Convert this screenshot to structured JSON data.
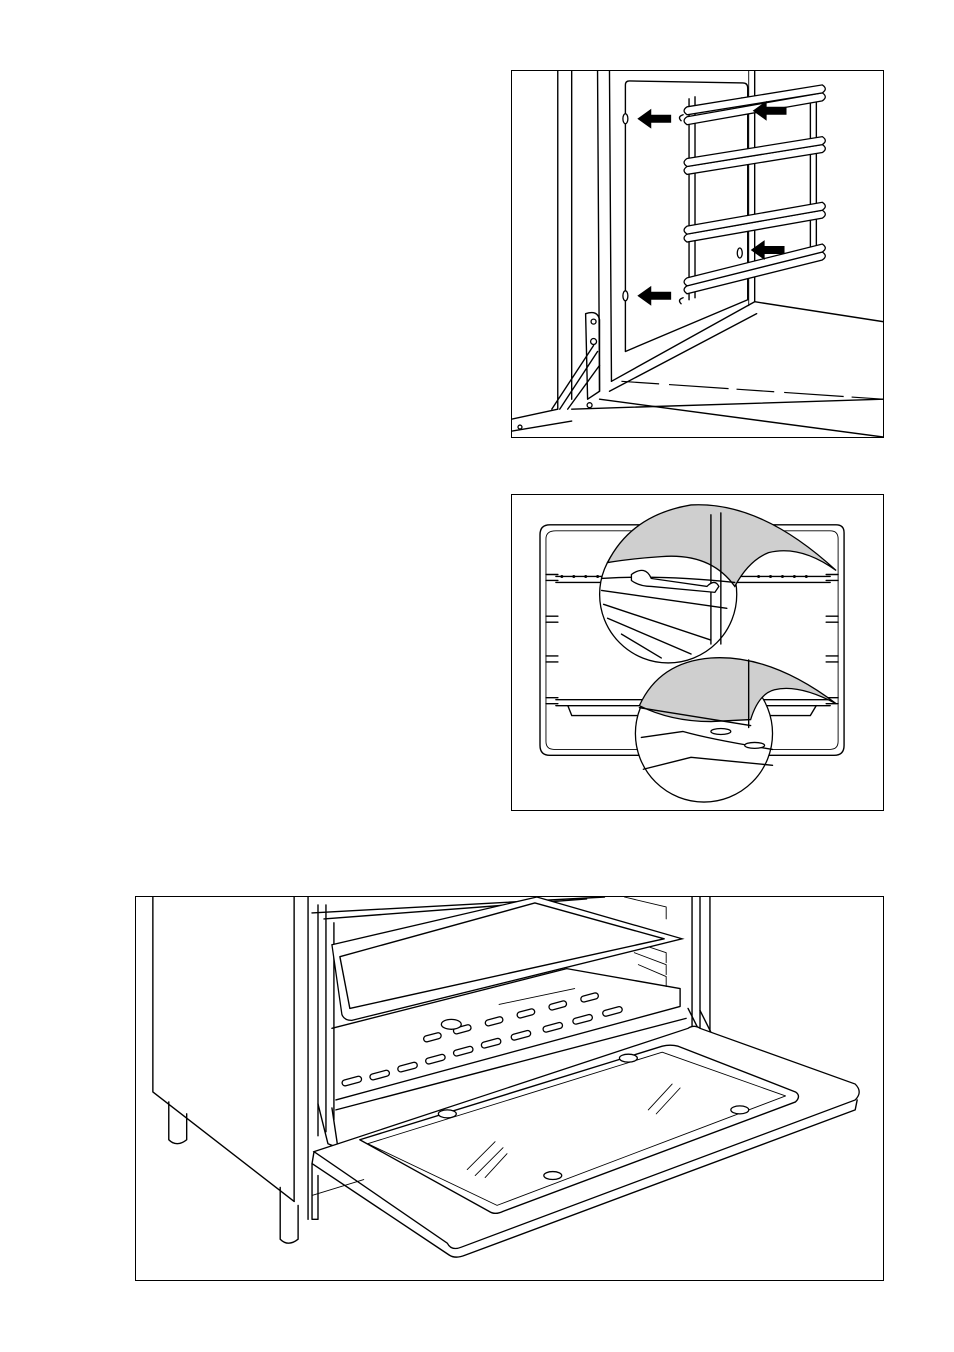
{
  "figures": [
    {
      "name": "side-rail-removal",
      "icon": "side-rail-with-arrows-illustration"
    },
    {
      "name": "shelf-runner-positions",
      "icon": "shelf-runners-detail-illustration"
    },
    {
      "name": "oven-door-open",
      "icon": "open-oven-door-illustration"
    }
  ],
  "colors": {
    "line": "#000000",
    "background": "#ffffff",
    "shade": "#cfcfcf"
  }
}
